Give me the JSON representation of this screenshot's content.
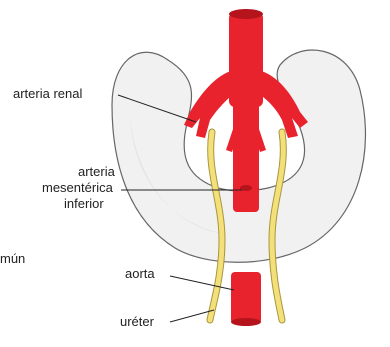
{
  "labels": {
    "renal_artery": "arteria renal",
    "ima_line1": "arteria",
    "ima_line2": "mesentérica",
    "ima_line3": "inferior",
    "common_cut": "mún",
    "aorta": "aorta",
    "ureter": "uréter"
  },
  "colors": {
    "artery": "#e8232d",
    "artery_shade": "#b5141c",
    "kidney": "#f1f1f1",
    "kidney_outline": "#666666",
    "ureter": "#f3e07a",
    "ureter_outline": "#a8963c",
    "leader": "#222222"
  }
}
